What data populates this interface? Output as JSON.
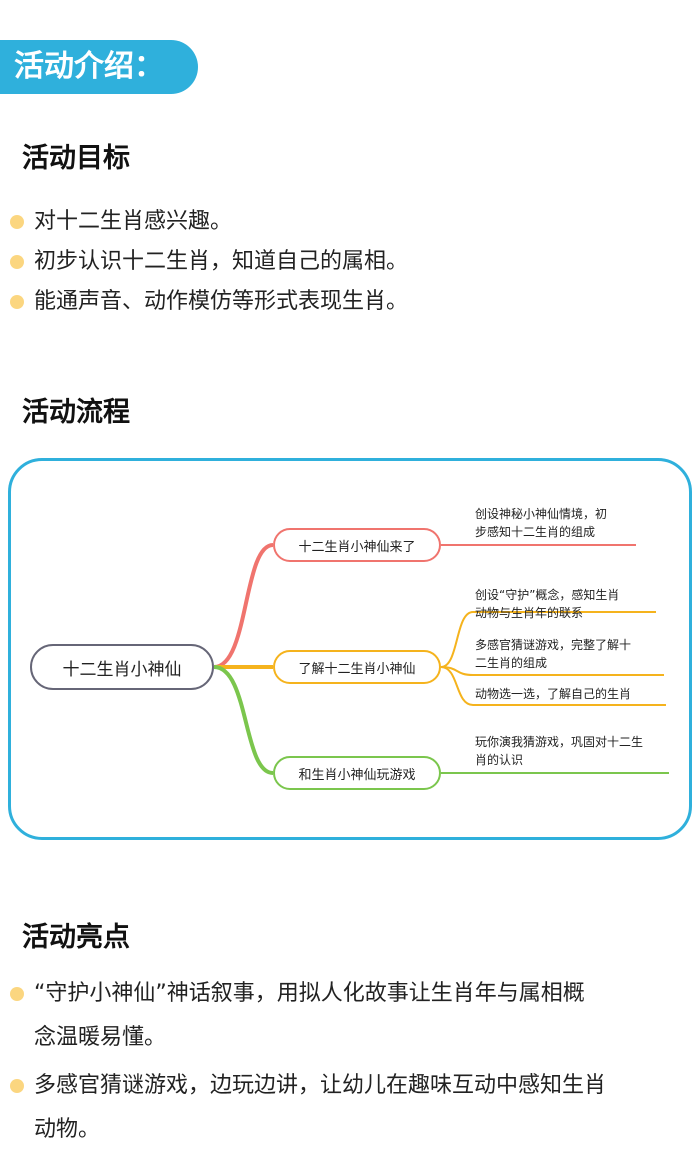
{
  "banner": {
    "title": "活动介绍："
  },
  "sections": {
    "goals": {
      "title": "活动目标",
      "items": [
        "对十二生肖感兴趣。",
        "初步认识十二生肖，知道自己的属相。",
        "能通声音、动作模仿等形式表现生肖。"
      ]
    },
    "process": {
      "title": "活动流程",
      "mindmap": {
        "root": "十二生肖小神仙",
        "branches": [
          {
            "label": "十二生肖小神仙来了",
            "color": "#f0746e",
            "leaves": [
              [
                "创设神秘小神仙情境，初",
                "步感知十二生肖的组成"
              ]
            ]
          },
          {
            "label": "了解十二生肖小神仙",
            "color": "#f5b31d",
            "leaves": [
              [
                "创设“守护”概念，感知生肖",
                "动物与生肖年的联系"
              ],
              [
                "多感官猜谜游戏，完整了解十",
                "二生肖的组成"
              ],
              [
                "动物选一选，了解自己的生肖"
              ]
            ]
          },
          {
            "label": "和生肖小神仙玩游戏",
            "color": "#7bc64d",
            "leaves": [
              [
                "玩你演我猜游戏，巩固对十二生",
                "肖的认识"
              ]
            ]
          }
        ]
      }
    },
    "highlights": {
      "title": "活动亮点",
      "items": [
        [
          "“守护小神仙”神话叙事，用拟人化故事让生肖年与属相概",
          "念温暖易懂。"
        ],
        [
          "多感官猜谜游戏，边玩边讲，让幼儿在趣味互动中感知生肖",
          "动物。"
        ]
      ]
    }
  },
  "colors": {
    "accent": "#2fb0dc",
    "highlight": "#fde9a8",
    "bullet": "#fbd680"
  }
}
